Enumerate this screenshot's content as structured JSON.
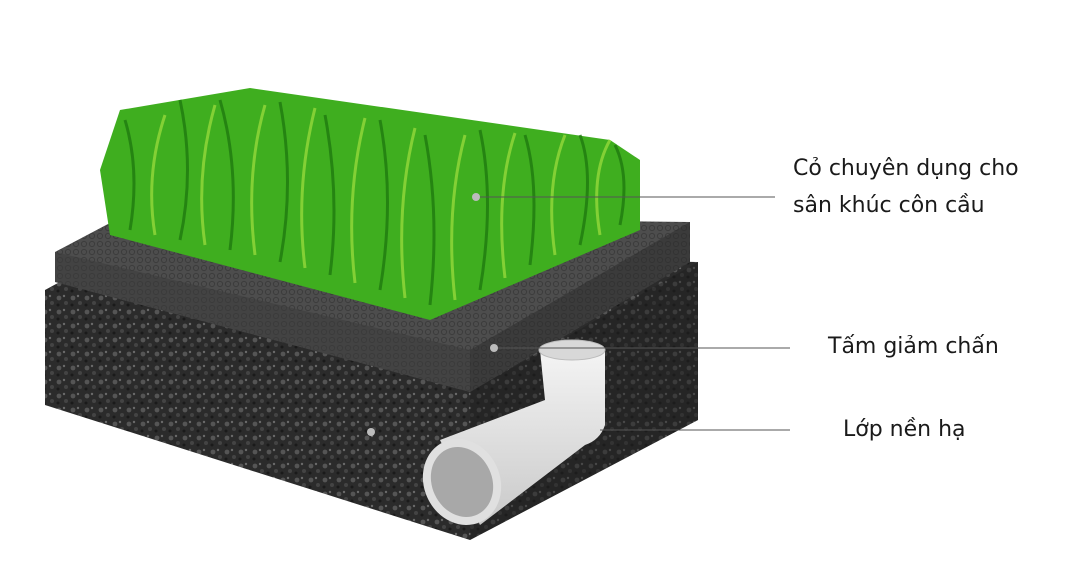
{
  "labels": {
    "turf": [
      "Cỏ chuyên dụng cho",
      "sân khúc côn cầu"
    ],
    "shock_pad": "Tấm giảm chấn",
    "base_layer": "Lớp nền hạ"
  },
  "colors": {
    "grass": "#3fae1f",
    "grass_light": "#8fd63a",
    "shock_pad": "#4a4a4a",
    "base": "#2e2e2e",
    "pipe": "#e8e8e8",
    "leader_line": "#555555"
  }
}
